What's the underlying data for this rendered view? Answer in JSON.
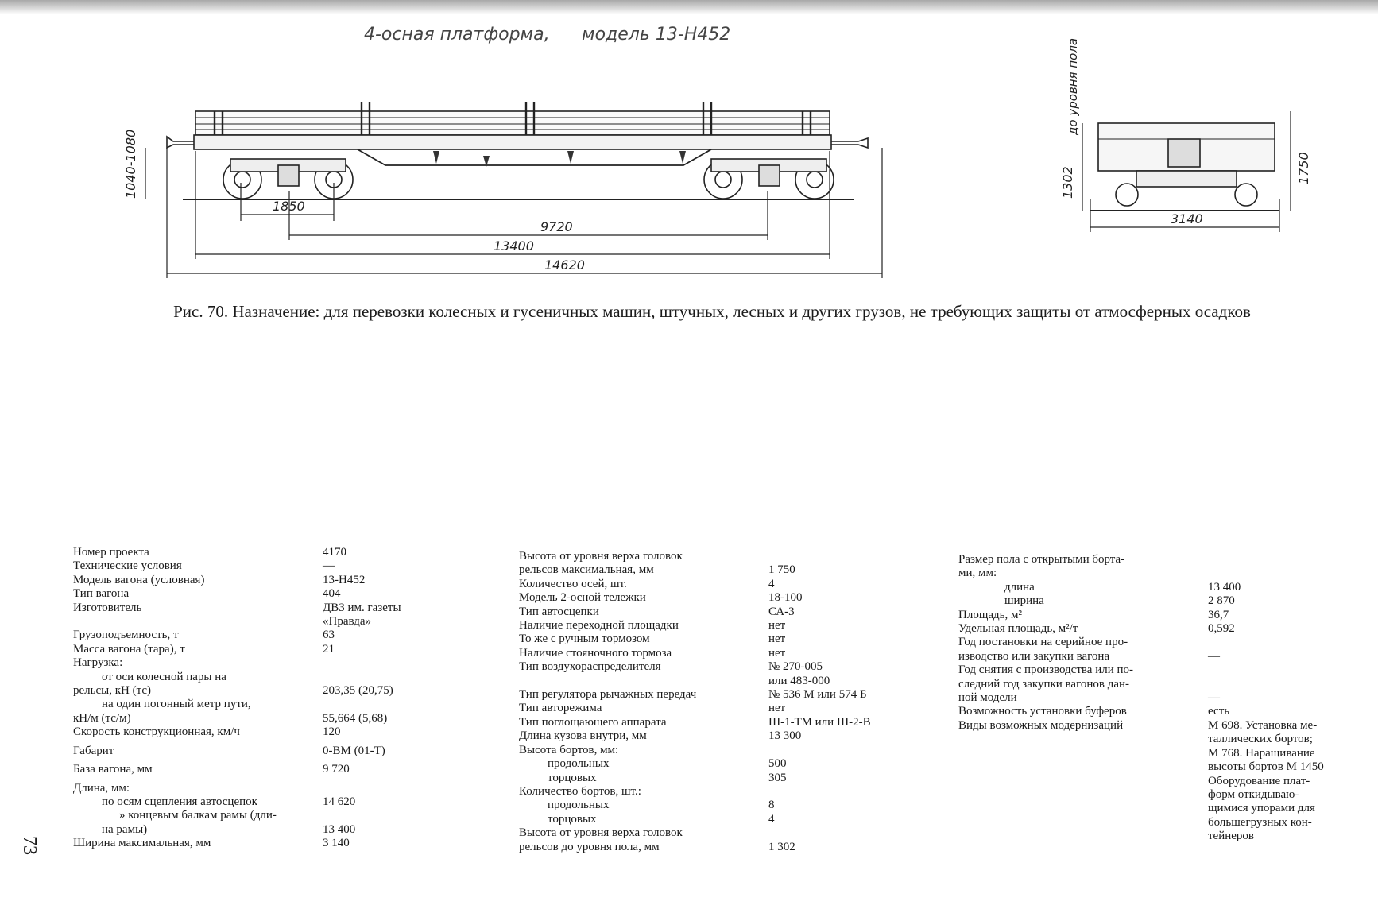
{
  "drawing": {
    "title_left": "4-осная платформа,",
    "title_right": "модель 13-Н452",
    "side_dims": {
      "height_range": "1040-1080",
      "bogie_base": "1850",
      "wagon_base": "9720",
      "frame_length": "13400",
      "coupling_length": "14620"
    },
    "end_dims": {
      "floor_level_note": "до уровня пола",
      "floor_height": "1302",
      "max_height": "1750",
      "width": "3140"
    }
  },
  "caption": "Рис. 70. Назначение: для перевозки колесных и гусеничных машин, штучных, лесных и других грузов, не требующих защиты от атмосферных осадков",
  "page_number": "73",
  "specs": {
    "col1": [
      {
        "label": "Номер проекта",
        "value": "4170"
      },
      {
        "label": "Технические условия",
        "value": "—"
      },
      {
        "label": "Модель вагона (условная)",
        "value": "13-Н452"
      },
      {
        "label": "Тип вагона",
        "value": "404"
      },
      {
        "label": "Изготовитель",
        "value": "ДВЗ им. газеты"
      },
      {
        "label": "",
        "value": "«Правда»"
      },
      {
        "label": "Грузоподъемность, т",
        "value": "63"
      },
      {
        "label": "Масса вагона (тара), т",
        "value": "21"
      },
      {
        "label": "Нагрузка:",
        "value": ""
      },
      {
        "label": "от оси колесной пары на",
        "value": "",
        "indent": 1
      },
      {
        "label": "рельсы, кН (тс)",
        "value": "203,35 (20,75)"
      },
      {
        "label": "на один погонный метр пути,",
        "value": "",
        "indent": 1
      },
      {
        "label": "кН/м (тс/м)",
        "value": "55,664 (5,68)"
      },
      {
        "label": "Скорость конструкционная, км/ч",
        "value": "120"
      },
      {
        "label": "Габарит",
        "value": "0-ВМ (01-Т)",
        "gap": true
      },
      {
        "label": "База вагона, мм",
        "value": "9 720",
        "gap": true
      },
      {
        "label": "Длина, мм:",
        "value": "",
        "gap": true
      },
      {
        "label": "по осям сцепления автосцепок",
        "value": "14 620",
        "indent": 1
      },
      {
        "label": "» концевым балкам рамы (дли-",
        "value": "",
        "indent": 2
      },
      {
        "label": "на рамы)",
        "value": "13 400",
        "indent": 1
      },
      {
        "label": "Ширина максимальная, мм",
        "value": "3 140"
      }
    ],
    "col2": [
      {
        "label": "Высота от уровня верха головок",
        "value": ""
      },
      {
        "label": "рельсов максимальная, мм",
        "value": "1 750"
      },
      {
        "label": "Количество осей, шт.",
        "value": "4"
      },
      {
        "label": "Модель 2-осной тележки",
        "value": "18-100"
      },
      {
        "label": "Тип автосцепки",
        "value": "СА-3"
      },
      {
        "label": "Наличие переходной площадки",
        "value": "нет"
      },
      {
        "label": "То же с ручным тормозом",
        "value": "нет"
      },
      {
        "label": "Наличие стояночного тормоза",
        "value": "нет"
      },
      {
        "label": "Тип воздухораспределителя",
        "value": "№ 270-005"
      },
      {
        "label": "",
        "value": "или 483-000"
      },
      {
        "label": "Тип регулятора рычажных передач",
        "value": "№ 536 М или 574 Б"
      },
      {
        "label": "Тип авторежима",
        "value": "нет"
      },
      {
        "label": "Тип поглощающего аппарата",
        "value": "Ш-1-ТМ или Ш-2-В"
      },
      {
        "label": "Длина кузова внутри, мм",
        "value": "13 300"
      },
      {
        "label": "Высота бортов, мм:",
        "value": ""
      },
      {
        "label": "продольных",
        "value": "500",
        "indent": 1
      },
      {
        "label": "торцовых",
        "value": "305",
        "indent": 1
      },
      {
        "label": "Количество бортов, шт.:",
        "value": ""
      },
      {
        "label": "продольных",
        "value": "8",
        "indent": 1
      },
      {
        "label": "торцовых",
        "value": "4",
        "indent": 1
      },
      {
        "label": "Высота от уровня верха головок",
        "value": ""
      },
      {
        "label": "рельсов до уровня пола, мм",
        "value": "1 302"
      }
    ],
    "col3": [
      {
        "label": "Размер пола с открытыми борта-",
        "value": ""
      },
      {
        "label": "ми, мм:",
        "value": ""
      },
      {
        "label": "длина",
        "value": "13 400",
        "indent": 2
      },
      {
        "label": "ширина",
        "value": "2 870",
        "indent": 2
      },
      {
        "label": "Площадь, м²",
        "value": "36,7"
      },
      {
        "label": "Удельная площадь, м²/т",
        "value": "0,592"
      },
      {
        "label": "Год постановки на серийное про-",
        "value": ""
      },
      {
        "label": "изводство или закупки вагона",
        "value": "—"
      },
      {
        "label": "Год снятия с производства или по-",
        "value": ""
      },
      {
        "label": "следний год закупки вагонов дан-",
        "value": ""
      },
      {
        "label": "ной модели",
        "value": "—"
      },
      {
        "label": "Возможность установки буферов",
        "value": "есть"
      },
      {
        "label": "Виды возможных модернизаций",
        "value": "М 698. Установка ме-"
      },
      {
        "label": "",
        "value": "таллических бортов;"
      },
      {
        "label": "",
        "value": "М 768. Наращивание"
      },
      {
        "label": "",
        "value": "высоты бортов М 1450"
      },
      {
        "label": "",
        "value": "Оборудование плат-"
      },
      {
        "label": "",
        "value": "форм откидываю-"
      },
      {
        "label": "",
        "value": "щимися упорами для"
      },
      {
        "label": "",
        "value": "большегрузных кон-"
      },
      {
        "label": "",
        "value": "тейнеров"
      }
    ]
  }
}
